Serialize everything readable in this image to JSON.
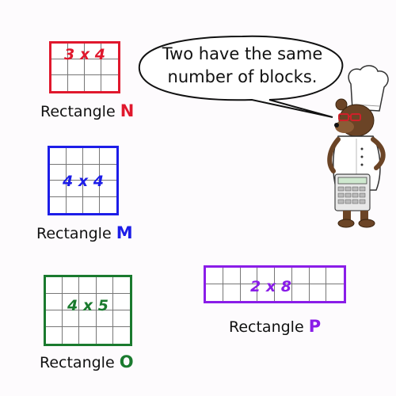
{
  "bubble": {
    "line1": "Two have the same",
    "line2": "number of blocks."
  },
  "rectangles": [
    {
      "id": "N",
      "dims": "3 x 4",
      "caption": "Rectangle ",
      "letter": "N",
      "color": "#e0182d",
      "rows": 3,
      "cols": 4
    },
    {
      "id": "M",
      "dims": "4 x 4",
      "caption": "Rectangle ",
      "letter": "M",
      "color": "#1d1de8",
      "rows": 4,
      "cols": 4
    },
    {
      "id": "O",
      "dims": "4 x 5",
      "caption": "Rectangle ",
      "letter": "O",
      "color": "#1a7a2e",
      "rows": 4,
      "cols": 5
    },
    {
      "id": "P",
      "dims": "2 x 8",
      "caption": "Rectangle ",
      "letter": "P",
      "color": "#8a1de8",
      "rows": 2,
      "cols": 8
    }
  ],
  "colors": {
    "background": "#fdfbfd",
    "bear_fur": "#6b4426",
    "glasses": "#d0202a"
  },
  "character": {
    "icon": "chef-bear-icon"
  }
}
